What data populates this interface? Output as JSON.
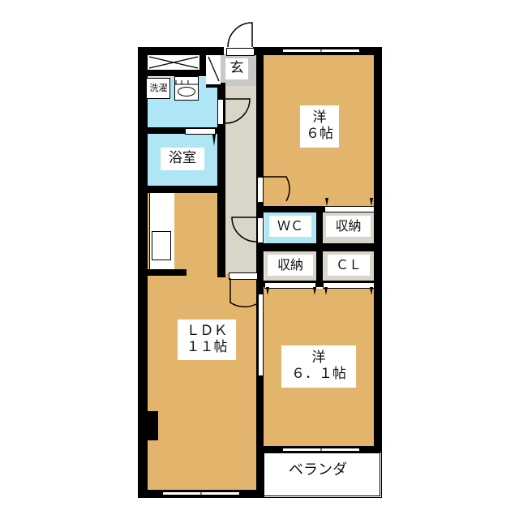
{
  "plan": {
    "rooms": [
      {
        "id": "western-1",
        "label": "洋\n６帖",
        "type": "western",
        "size_jo": "6"
      },
      {
        "id": "western-2",
        "label": "洋\n６．１帖",
        "type": "western",
        "size_jo": "6.1"
      },
      {
        "id": "ldk",
        "label": "ＬＤＫ\n１１帖",
        "type": "ldk",
        "size_jo": "11"
      },
      {
        "id": "entrance",
        "label": "玄",
        "type": "entrance"
      },
      {
        "id": "bath",
        "label": "浴室",
        "type": "bath"
      },
      {
        "id": "laundry",
        "label": "洗濯",
        "type": "laundry"
      },
      {
        "id": "wc",
        "label": "ＷＣ",
        "type": "toilet"
      },
      {
        "id": "storage-1",
        "label": "収納",
        "type": "storage"
      },
      {
        "id": "storage-2",
        "label": "収納",
        "type": "storage"
      },
      {
        "id": "closet",
        "label": "ＣＬ",
        "type": "closet"
      },
      {
        "id": "veranda",
        "label": "ベランダ",
        "type": "veranda"
      }
    ],
    "colors": {
      "wall": "#000000",
      "wood_floor": "#e3b46c",
      "wet_area": "#aee6f5",
      "hall": "#d9d5c9",
      "entry": "#c8c8c8",
      "background": "#ffffff"
    }
  }
}
